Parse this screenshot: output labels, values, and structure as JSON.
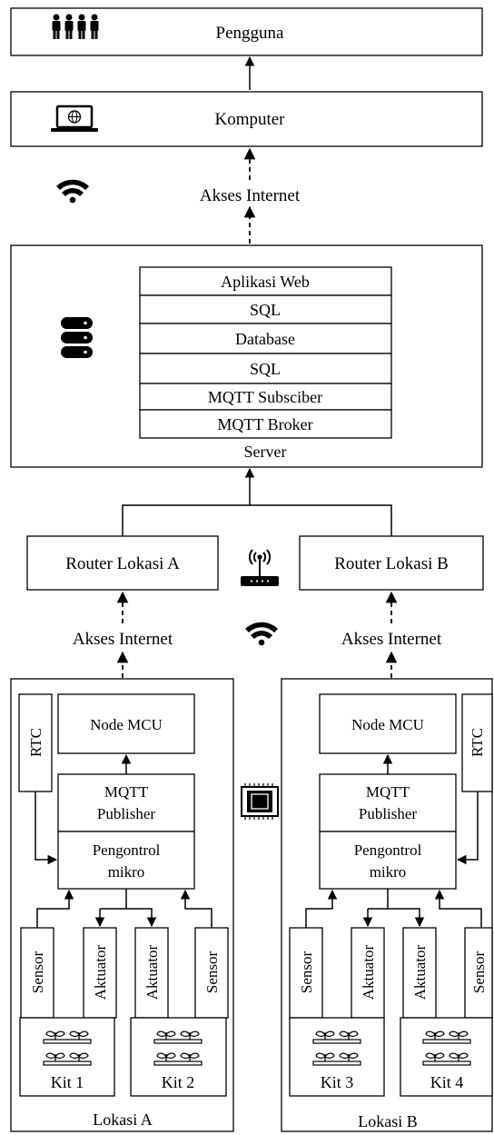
{
  "users": {
    "label": "Pengguna"
  },
  "computer": {
    "label": "Komputer"
  },
  "internet_top": {
    "label": "Akses Internet"
  },
  "server": {
    "layers": [
      "Aplikasi Web",
      "SQL",
      "Database",
      "SQL",
      "MQTT Subsciber",
      "MQTT Broker"
    ],
    "label": "Server"
  },
  "routers": {
    "a": "Router Lokasi A",
    "b": "Router Lokasi B"
  },
  "internet_a": {
    "label": "Akses Internet"
  },
  "internet_b": {
    "label": "Akses Internet"
  },
  "location_a": {
    "label": "Lokasi A",
    "rtc": "RTC",
    "node": "Node MCU",
    "publisher": [
      "MQTT",
      "Publisher"
    ],
    "controller": [
      "Pengontrol",
      "mikro"
    ],
    "columns": [
      "Sensor",
      "Aktuator",
      "Aktuator",
      "Sensor"
    ],
    "kits": [
      "Kit 1",
      "Kit 2"
    ]
  },
  "location_b": {
    "label": "Lokasi B",
    "rtc": "RTC",
    "node": "Node MCU",
    "publisher": [
      "MQTT",
      "Publisher"
    ],
    "controller": [
      "Pengontrol",
      "mikro"
    ],
    "columns": [
      "Sensor",
      "Aktuator",
      "Aktuator",
      "Sensor"
    ],
    "kits": [
      "Kit 3",
      "Kit 4"
    ]
  },
  "icons": [
    "users-icon",
    "laptop-globe-icon",
    "wifi-icon",
    "database-icon",
    "wireless-router-icon",
    "microchip-icon",
    "plant-seedling-icon"
  ]
}
